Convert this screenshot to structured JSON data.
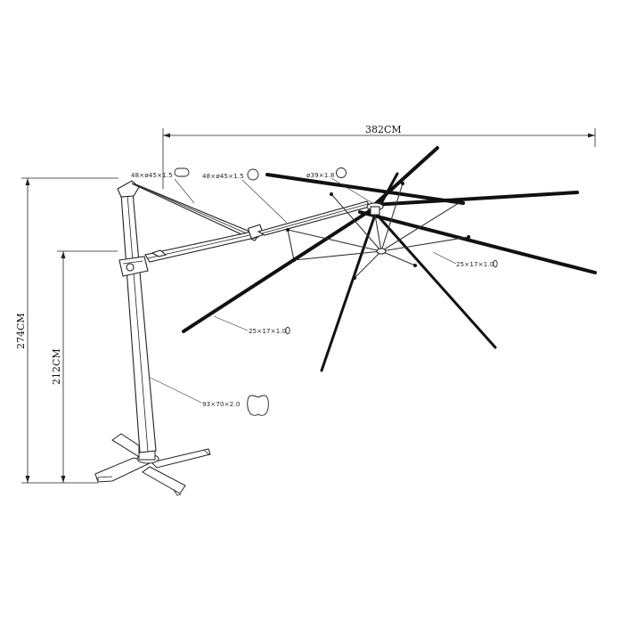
{
  "dimensions": {
    "width_label": "382CM",
    "total_height_label": "274CM",
    "clearance_height_label": "212CM"
  },
  "specs": {
    "arm_upper": "48×ø45×1.5",
    "arm_tube": "48×ø45×1.5",
    "hub_tube": "ø39×1.8",
    "rib_right": "25×17×1.0",
    "rib_left": "25×17×1.0",
    "pole": "93×70×2.0"
  }
}
